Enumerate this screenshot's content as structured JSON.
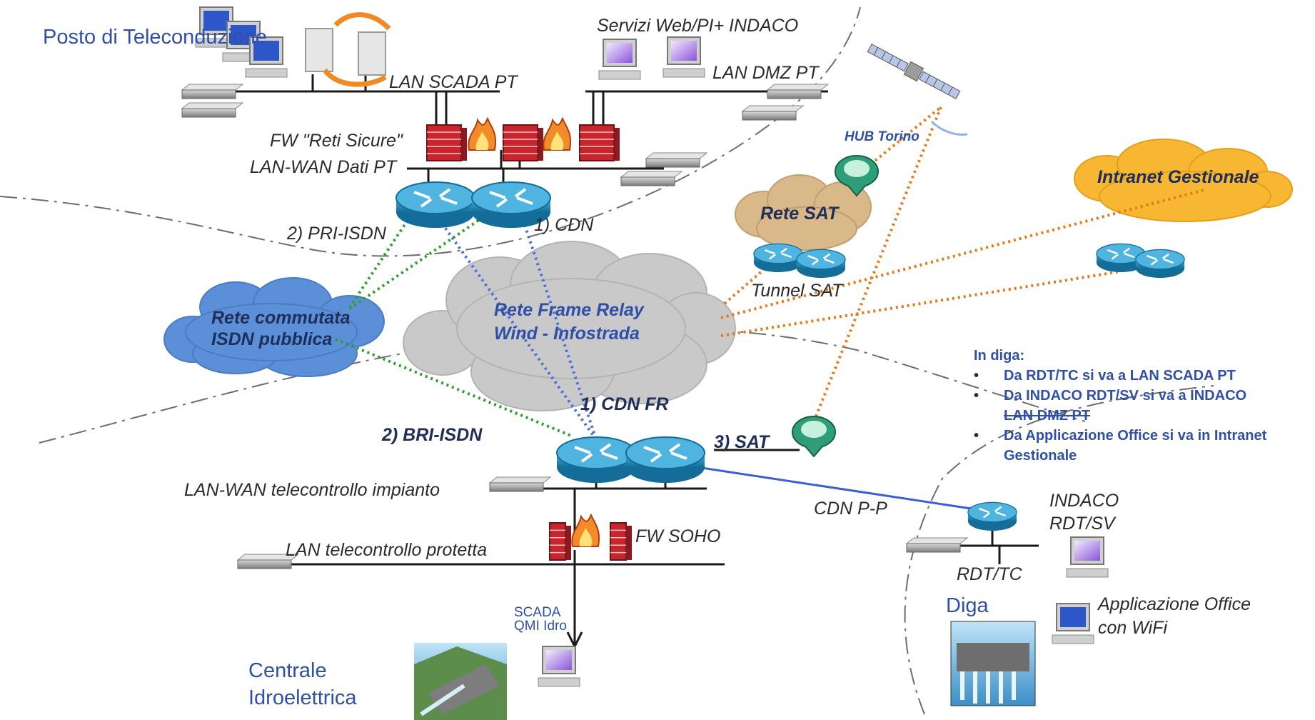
{
  "zones": {
    "posto": "Posto di Teleconduzione",
    "centrale": "Centrale Idroelettrica",
    "diga": "Diga"
  },
  "lans": {
    "scada_pt": "LAN SCADA PT",
    "dmz_pt": "LAN DMZ PT",
    "wan_dati_pt": "LAN-WAN Dati PT",
    "telecontrollo_impianto": "LAN-WAN telecontrollo impianto",
    "telecontrollo_protetta": "LAN telecontrollo protetta"
  },
  "labels": {
    "servizi_web": "Servizi Web/PI+ INDACO",
    "fw_reti_sicure": "FW \"Reti Sicure\"",
    "pri_isdn": "2) PRI-ISDN",
    "cdn": "1) CDN",
    "hub_torino": "HUB Torino",
    "rete_sat": "Rete SAT",
    "tunnel_sat": "Tunnel SAT",
    "intranet": "Intranet Gestionale",
    "isdn_cloud": "Rete commutata ISDN pubblica",
    "fr_cloud": "Rete Frame Relay Wind - Infostrada",
    "cdn_fr": "1) CDN FR",
    "bri_isdn": "2) BRI-ISDN",
    "sat": "3) SAT",
    "cdn_pp": "CDN P-P",
    "fw_soho": "FW SOHO",
    "scada_qmi": "SCADA QMI Idro",
    "indaco_rdt": "INDACO RDT/SV",
    "rdt_tc": "RDT/TC",
    "app_office": "Applicazione Office con WiFi"
  },
  "note": {
    "title": "In diga:",
    "items": [
      "Da RDT/TC si va a LAN SCADA PT",
      "Da INDACO RDT/SV si va a INDACO",
      "Da Applicazione Office si va in Intranet Gestionale"
    ],
    "struck": "LAN DMZ PT"
  },
  "colors": {
    "zone_text": "#2f4fa8",
    "pri_bri_link": "#2e9e2e",
    "cdn_link": "#4c6fd8",
    "sat_link": "#e07a1a",
    "cdn_pp_link": "#3a5fd0",
    "router": "#1e86b4",
    "firewall": "#c8262e",
    "intranet_cloud": "#f7b733",
    "isdn_cloud": "#5b8fd8",
    "fr_cloud": "#c9c9c9",
    "sat_cloud": "#d9b98a"
  }
}
